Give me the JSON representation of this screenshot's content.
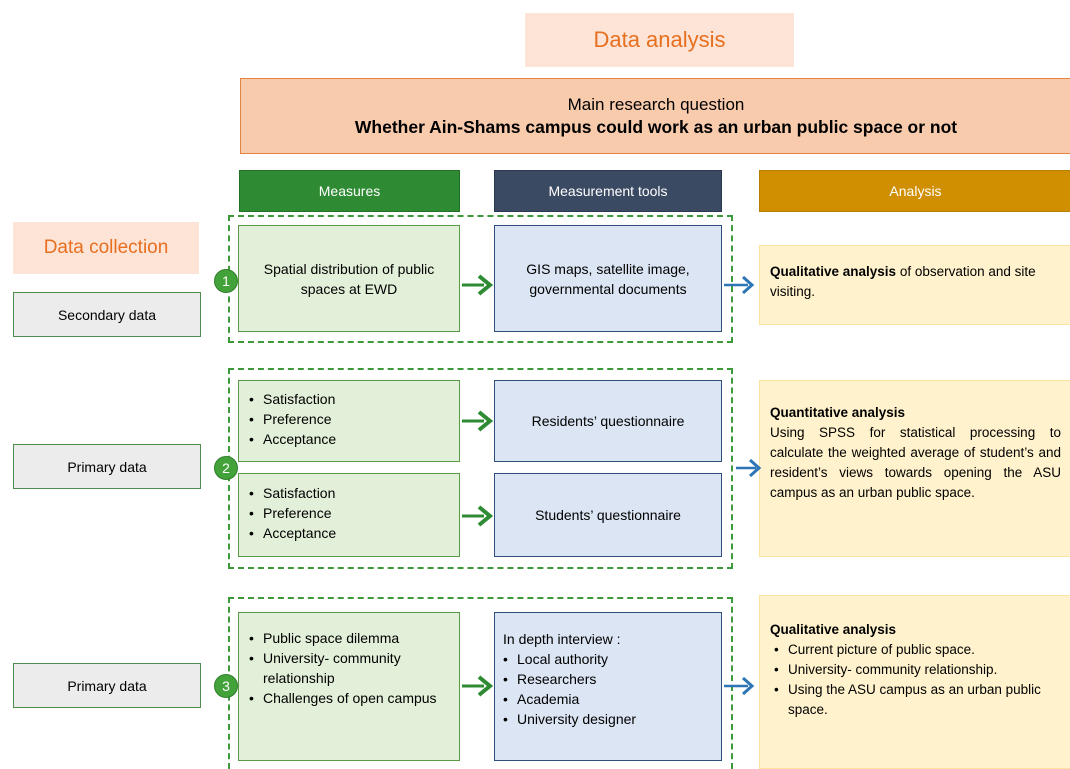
{
  "title": "Data analysis",
  "data_collection_label": "Data collection",
  "main_question": {
    "heading": "Main research question",
    "text": "Whether Ain-Shams campus could work as an urban public space or not"
  },
  "headers": {
    "measures": "Measures",
    "tools": "Measurement tools",
    "analysis": "Analysis"
  },
  "sources": {
    "s1": "Secondary data",
    "s2": "Primary data",
    "s3": "Primary data"
  },
  "row1": {
    "number": "1",
    "measure": "Spatial distribution of public spaces at EWD",
    "tool": "GIS maps, satellite image, governmental documents",
    "analysis_bold": "Qualitative analysis",
    "analysis_text": " of observation and site visiting."
  },
  "row2": {
    "number": "2",
    "measure_a": [
      "Satisfaction",
      "Preference",
      "Acceptance"
    ],
    "measure_b": [
      "Satisfaction",
      "Preference",
      "Acceptance"
    ],
    "tool_a": "Residents’ questionnaire",
    "tool_b": "Students’ questionnaire",
    "analysis_title": "Quantitative analysis",
    "analysis_text": "Using SPSS for statistical processing to calculate the weighted average of student’s and resident’s views towards opening the ASU campus as an urban public space."
  },
  "row3": {
    "number": "3",
    "measures": [
      "Public space dilemma",
      "University- community relationship",
      "Challenges of open campus"
    ],
    "tool_title": "In depth interview :",
    "tools": [
      "Local authority",
      "Researchers",
      "Academia",
      "University designer"
    ],
    "analysis_title": "Qualitative analysis",
    "analysis_items": [
      "Current picture of public space.",
      "University- community relationship.",
      "Using the ASU campus as an urban public space."
    ]
  },
  "colors": {
    "measure_header": "#2e8b34",
    "tools_header": "#3b4a63",
    "analysis_header": "#cf8f00",
    "arrow_green": "#2e8b34",
    "arrow_blue": "#2e75b6",
    "dashed_border": "#3d9a3a"
  }
}
